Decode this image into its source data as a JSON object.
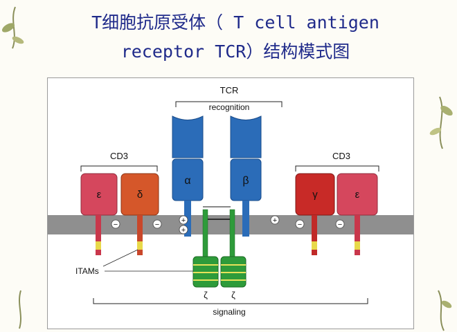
{
  "slide": {
    "title_line1": "T细胞抗原受体（ T cell antigen",
    "title_line2": "receptor TCR）结构模式图"
  },
  "diagram": {
    "tcr_label": "TCR",
    "recognition_label": "recognition",
    "cd3_left_label": "CD3",
    "cd3_right_label": "CD3",
    "alpha_label": "α",
    "beta_label": "β",
    "epsilon_left_label": "ε",
    "delta_label": "δ",
    "gamma_label": "γ",
    "epsilon_right_label": "ε",
    "zeta_left_label": "ζ",
    "zeta_right_label": "ζ",
    "itams_label": "ITAMs",
    "signaling_label": "signaling",
    "minus_sign": "−",
    "plus_sign": "+",
    "colors": {
      "tcr_blue": "#2b6cb8",
      "cd3_red": "#d5475d",
      "cd3_orange": "#d5572a",
      "gamma_red": "#c82a27",
      "zeta_green": "#2e9b3a",
      "membrane": "#8f8f8f"
    }
  }
}
